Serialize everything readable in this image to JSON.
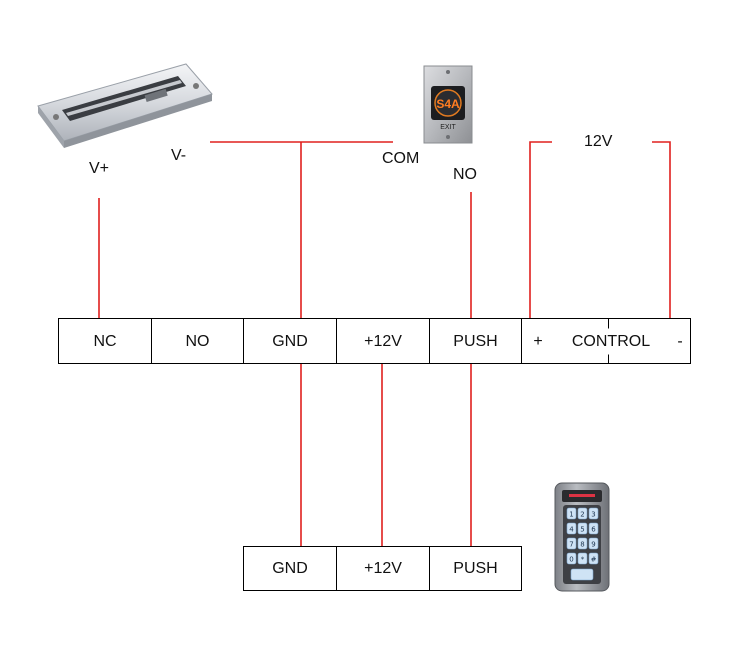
{
  "labels": {
    "v_plus": "V+",
    "v_minus": "V-",
    "com": "COM",
    "no": "NO",
    "twelve_v": "12V"
  },
  "exit_button": {
    "logo": "S4A",
    "caption": "EXIT"
  },
  "controller_terminals": [
    "NC",
    "NO",
    "GND",
    "+12V",
    "PUSH",
    "+",
    "CONTROL",
    "-"
  ],
  "keypad_terminals": [
    "GND",
    "+12V",
    "PUSH"
  ],
  "keypad_keys": [
    "1",
    "2",
    "3",
    "4",
    "5",
    "6",
    "7",
    "8",
    "9",
    "0",
    "*",
    "#"
  ],
  "colors": {
    "wire": "#e0201e",
    "box_border": "#000000"
  },
  "icons": [
    "maglock-icon",
    "exit-button-icon",
    "keypad-icon"
  ]
}
